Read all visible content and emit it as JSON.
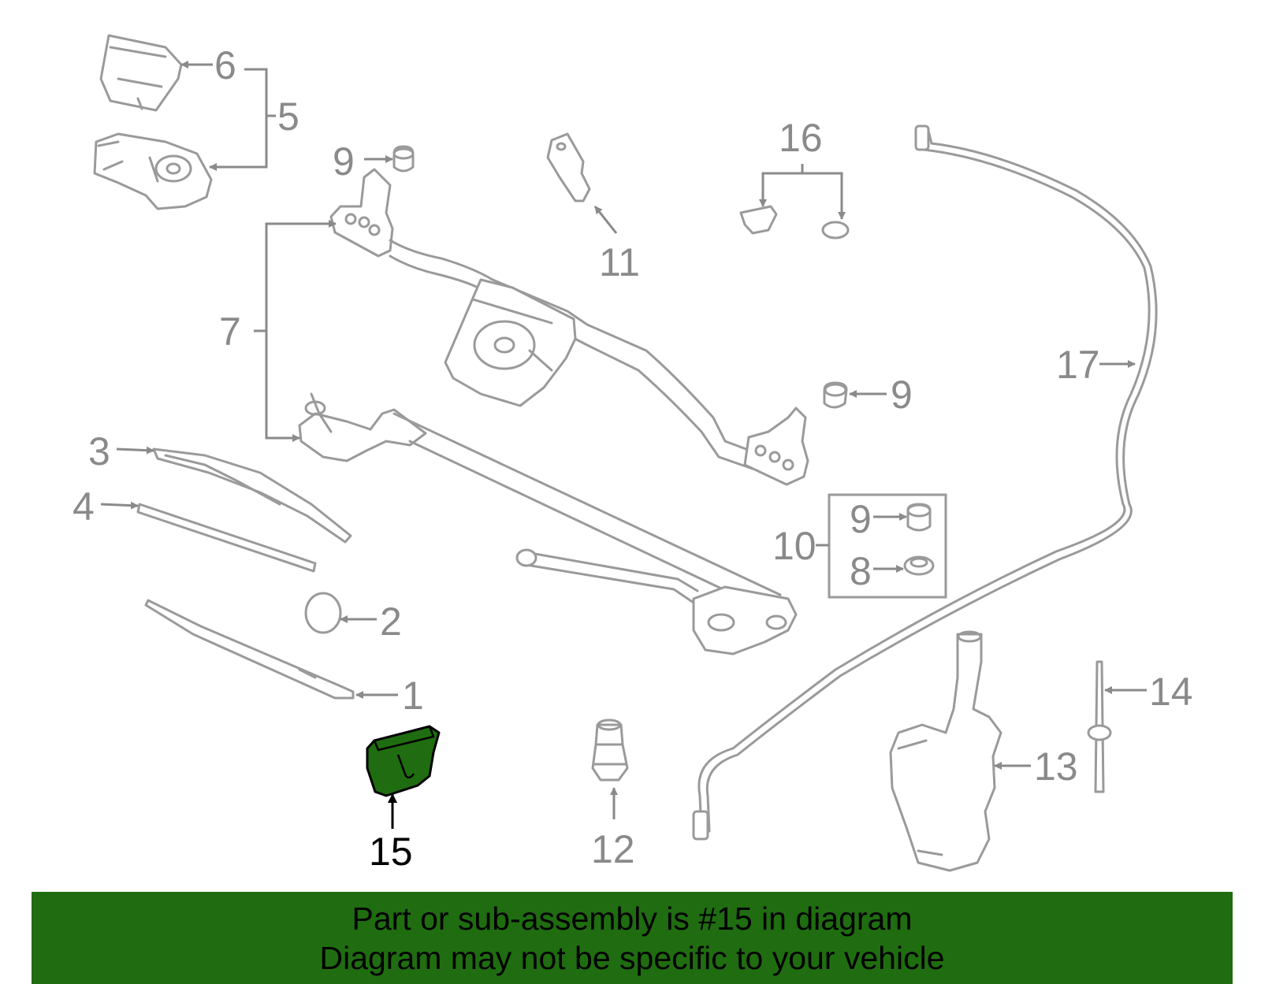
{
  "callouts": {
    "c1": "1",
    "c2": "2",
    "c3": "3",
    "c4": "4",
    "c5": "5",
    "c6": "6",
    "c7": "7",
    "c8": "8",
    "c9a": "9",
    "c9b": "9",
    "c9c": "9",
    "c10": "10",
    "c11": "11",
    "c12": "12",
    "c13": "13",
    "c14": "14",
    "c15": "15",
    "c16": "16",
    "c17": "17"
  },
  "highlight": {
    "part_number": "15",
    "fill_color": "#1f6d10",
    "outline_color": "#000000"
  },
  "banner": {
    "line1": "Part or sub-assembly is #15 in diagram",
    "line2": "Diagram may not be specific to your vehicle",
    "background_color": "#1f6d10"
  }
}
